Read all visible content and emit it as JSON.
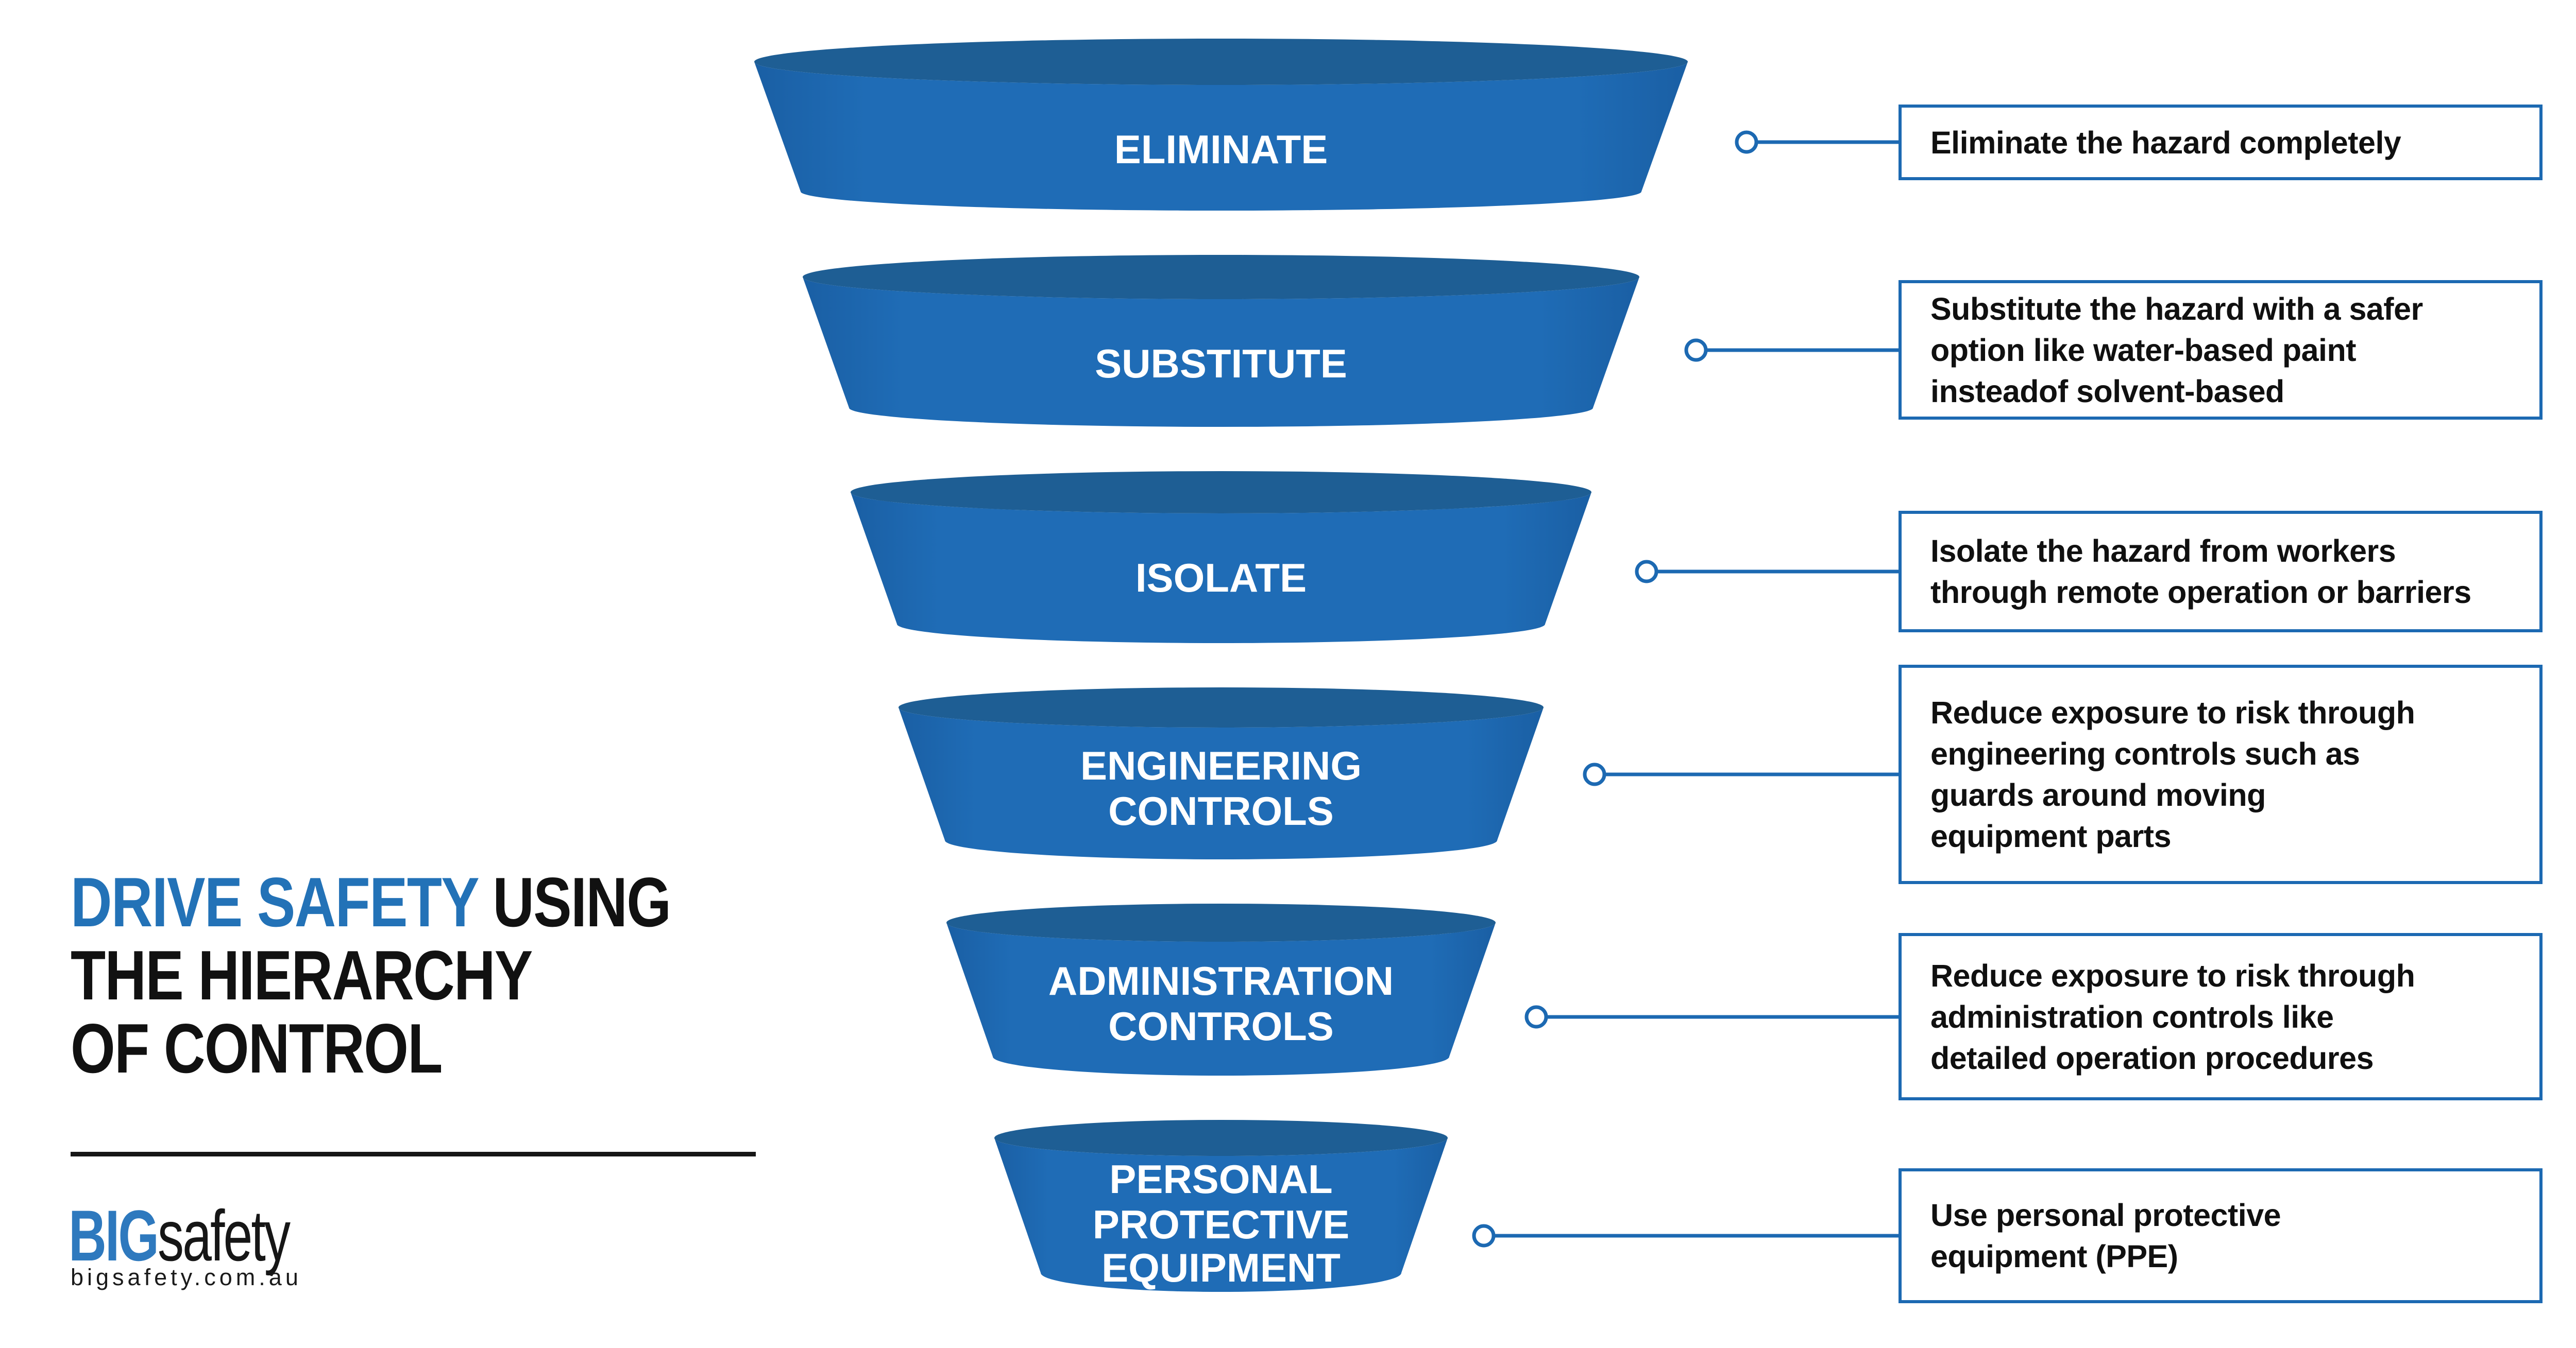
{
  "title": {
    "line1_highlight": "DRIVE SAFETY",
    "line1_rest": " USING",
    "line2": "THE HIERARCHY",
    "line3": "OF CONTROL"
  },
  "brand": {
    "logo_big": "BIG",
    "logo_safety": "safety",
    "url": "bigsafety.com.au"
  },
  "colors": {
    "funnel_body": "#1F6CB6",
    "funnel_top_face": "#1E5E94",
    "connector_blue": "#1C69B2",
    "title_blue": "#2372B7",
    "logo_blue": "#2E79BE",
    "text_black": "#101010",
    "background": "#ffffff"
  },
  "funnel": {
    "segments": [
      {
        "id": "eliminate",
        "lines": [
          "ELIMINATE"
        ],
        "description_lines": [
          "Eliminate the hazard completely"
        ]
      },
      {
        "id": "substitute",
        "lines": [
          "SUBSTITUTE"
        ],
        "description_lines": [
          "Substitute the hazard with a safer",
          "option like water-based paint",
          "insteadof solvent-based"
        ]
      },
      {
        "id": "isolate",
        "lines": [
          "ISOLATE"
        ],
        "description_lines": [
          "Isolate the hazard from workers",
          "through remote operation or barriers"
        ]
      },
      {
        "id": "engineering-controls",
        "lines": [
          "ENGINEERING",
          "CONTROLS"
        ],
        "description_lines": [
          "Reduce exposure to risk through",
          "engineering controls such as",
          "guards around moving",
          "equipment parts"
        ]
      },
      {
        "id": "administration-controls",
        "lines": [
          "ADMINISTRATION",
          "CONTROLS"
        ],
        "description_lines": [
          "Reduce exposure to risk through",
          "administration controls like",
          "detailed operation procedures"
        ]
      },
      {
        "id": "personal-protective-equipment",
        "lines": [
          "PERSONAL",
          "PROTECTIVE",
          "EQUIPMENT"
        ],
        "description_lines": [
          "Use personal protective",
          "equipment (PPE)"
        ]
      }
    ]
  }
}
